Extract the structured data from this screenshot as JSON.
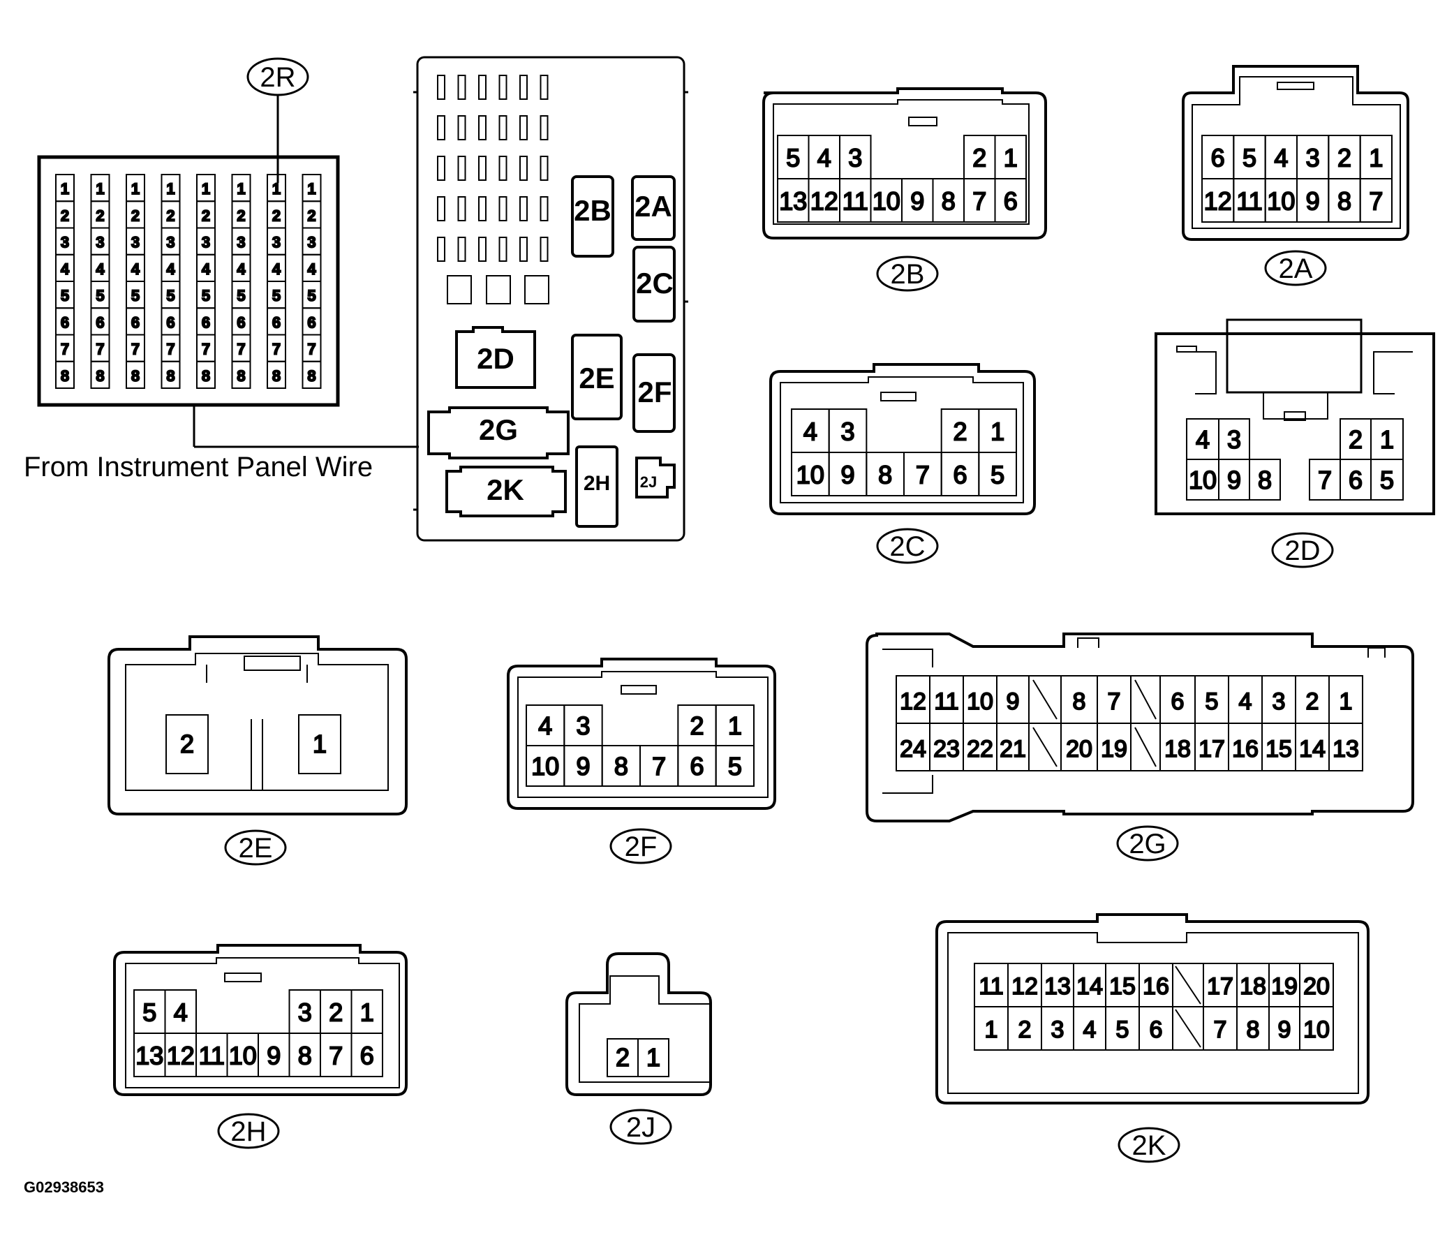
{
  "caption": "From Instrument Panel Wire",
  "figure_code": "G02938653",
  "connector_2R": {
    "label": "2R",
    "columns": 8,
    "pins": [
      "1",
      "2",
      "3",
      "4",
      "5",
      "6",
      "7",
      "8"
    ]
  },
  "junction_block": {
    "blocks": [
      "2B",
      "2A",
      "2C",
      "2D",
      "2E",
      "2F",
      "2G",
      "2K",
      "2H",
      "2J"
    ]
  },
  "connectors": {
    "2B": {
      "label": "2B",
      "top": [
        "5",
        "4",
        "3",
        "2",
        "1"
      ],
      "bottom": [
        "13",
        "12",
        "11",
        "10",
        "9",
        "8",
        "7",
        "6"
      ]
    },
    "2A": {
      "label": "2A",
      "top": [
        "6",
        "5",
        "4",
        "3",
        "2",
        "1"
      ],
      "bottom": [
        "12",
        "11",
        "10",
        "9",
        "8",
        "7"
      ]
    },
    "2C": {
      "label": "2C",
      "top": [
        "4",
        "3",
        "2",
        "1"
      ],
      "bottom": [
        "10",
        "9",
        "8",
        "7",
        "6",
        "5"
      ]
    },
    "2D": {
      "label": "2D",
      "top": [
        "4",
        "3",
        "2",
        "1"
      ],
      "bottom": [
        "10",
        "9",
        "8",
        "7",
        "6",
        "5"
      ]
    },
    "2E": {
      "label": "2E",
      "pins": [
        "2",
        "1"
      ]
    },
    "2F": {
      "label": "2F",
      "top": [
        "4",
        "3",
        "2",
        "1"
      ],
      "bottom": [
        "10",
        "9",
        "8",
        "7",
        "6",
        "5"
      ]
    },
    "2G": {
      "label": "2G",
      "top": [
        "12",
        "11",
        "10",
        "9",
        "8",
        "7",
        "6",
        "5",
        "4",
        "3",
        "2",
        "1"
      ],
      "bottom": [
        "24",
        "23",
        "22",
        "21",
        "20",
        "19",
        "18",
        "17",
        "16",
        "15",
        "14",
        "13"
      ]
    },
    "2H": {
      "label": "2H",
      "top": [
        "5",
        "4",
        "3",
        "2",
        "1"
      ],
      "bottom": [
        "13",
        "12",
        "11",
        "10",
        "9",
        "8",
        "7",
        "6"
      ]
    },
    "2J": {
      "label": "2J",
      "pins": [
        "2",
        "1"
      ]
    },
    "2K": {
      "label": "2K",
      "top": [
        "11",
        "12",
        "13",
        "14",
        "15",
        "16",
        "17",
        "18",
        "19",
        "20"
      ],
      "bottom": [
        "1",
        "2",
        "3",
        "4",
        "5",
        "6",
        "7",
        "8",
        "9",
        "10"
      ]
    }
  }
}
